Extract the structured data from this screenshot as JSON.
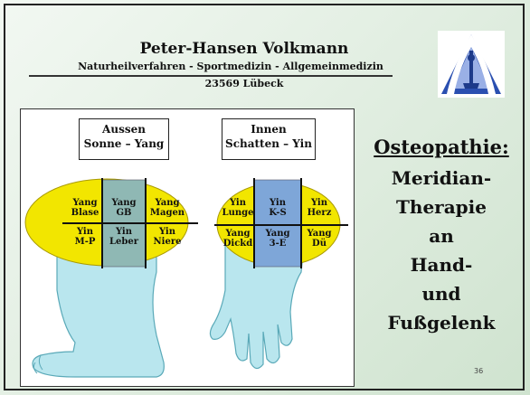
{
  "header": {
    "name": "Peter-Hansen Volkmann",
    "specialties": "Naturheilverfahren - Sportmedizin - Allgemeinmedizin",
    "address": "23569 Lübeck"
  },
  "logo": {
    "icon": "logo-emblem-icon",
    "colors": {
      "blue": "#2a4fb0",
      "light": "#9ab0e6"
    }
  },
  "diagram": {
    "left_panel": {
      "header_line1": "Aussen",
      "header_line2": "Sonne – Yang",
      "cells": [
        {
          "line1": "Yang",
          "line2": "Blase"
        },
        {
          "line1": "Yang",
          "line2": "GB"
        },
        {
          "line1": "Yang",
          "line2": "Magen"
        },
        {
          "line1": "Yin",
          "line2": "M-P"
        },
        {
          "line1": "Yin",
          "line2": "Leber"
        },
        {
          "line1": "Yin",
          "line2": "Niere"
        }
      ]
    },
    "right_panel": {
      "header_line1": "Innen",
      "header_line2": "Schatten – Yin",
      "cells": [
        {
          "line1": "Yin",
          "line2": "Lunge"
        },
        {
          "line1": "Yin",
          "line2": "K-S"
        },
        {
          "line1": "Yin",
          "line2": "Herz"
        },
        {
          "line1": "Yang",
          "line2": "Dickd"
        },
        {
          "line1": "Yang",
          "line2": "3-E"
        },
        {
          "line1": "Yang",
          "line2": "Dü"
        }
      ]
    },
    "colors": {
      "yellow": "#f2e600",
      "blue": "#7ea6d8",
      "teal": "#8fb8b4",
      "skin": "#b9e6ee"
    }
  },
  "title": {
    "main": "Osteopathie:",
    "lines": [
      "Meridian-",
      "Therapie",
      "an",
      "Hand-",
      "und",
      "Fußgelenk"
    ]
  },
  "page_number": "36"
}
